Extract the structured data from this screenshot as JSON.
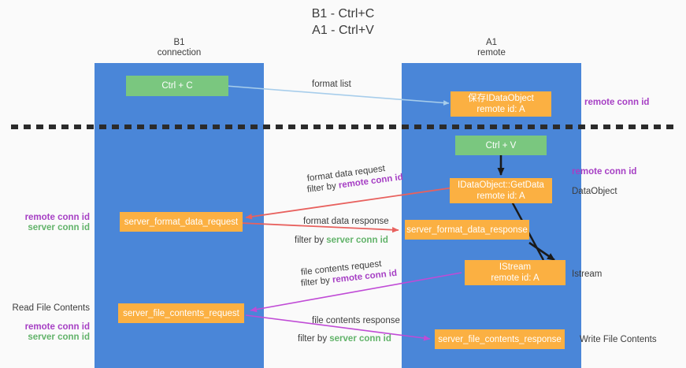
{
  "title": {
    "line1": "B1 - Ctrl+C",
    "line2": "A1 - Ctrl+V"
  },
  "columns": [
    {
      "id": "b1",
      "head_line1": "B1",
      "head_line2": "connection"
    },
    {
      "id": "a1",
      "head_line1": "A1",
      "head_line2": "remote"
    }
  ],
  "nodes": {
    "ctrl_c": {
      "label": "Ctrl + C"
    },
    "ctrl_v": {
      "label": "Ctrl + V"
    },
    "save_idataobject": {
      "line1": "保存IDataObject",
      "line2": "remote id: A"
    },
    "getdata": {
      "line1": "IDataObject::GetData",
      "line2": "remote id: A"
    },
    "istream": {
      "line1": "IStream",
      "line2": "remote id: A"
    },
    "server_format_data_request": {
      "label": "server_format_data_request"
    },
    "server_format_data_response": {
      "label": "server_format_data_response"
    },
    "server_file_contents_request": {
      "label": "server_file_contents_request"
    },
    "server_file_contents_response": {
      "label": "server_file_contents_response"
    }
  },
  "edge_labels": {
    "format_list": "format list",
    "format_data_request": "format data request",
    "format_data_request_filter_prefix": "filter by ",
    "format_data_request_filter_key": "remote conn id",
    "format_data_response": "format data response",
    "format_data_response_filter_prefix": "filter by ",
    "format_data_response_filter_key": "server conn id",
    "file_contents_request": "file contents request",
    "file_contents_request_filter_prefix": "filter by ",
    "file_contents_request_filter_key": "remote conn id",
    "file_contents_response": "file contents response",
    "file_contents_response_filter_prefix": "filter by ",
    "file_contents_response_filter_key": "server conn id"
  },
  "right_labels": {
    "remote_conn_id_top": "remote conn id",
    "remote_conn_id_mid": "remote conn id",
    "dataobject": "DataObject",
    "istream": "Istream",
    "write_file_contents": "Write File Contents"
  },
  "left_labels": {
    "remote_conn_id_mid": "remote conn id",
    "server_conn_id_mid": "server conn id",
    "read_file_contents": "Read File Contents",
    "remote_conn_id_bottom": "remote conn id",
    "server_conn_id_bottom": "server conn id"
  },
  "colors": {
    "column": "#4a86d8",
    "node_orange": "#fbb042",
    "node_green": "#7ac77f",
    "accent_purple": "#a63fc4",
    "accent_green": "#62b36a",
    "arrow_red": "#e8615e",
    "arrow_blue": "#a7cdeb",
    "arrow_magenta": "#c04bd6",
    "arrow_black": "#1a1a1a",
    "divider": "#2b2b2b",
    "background": "#fafafa"
  }
}
